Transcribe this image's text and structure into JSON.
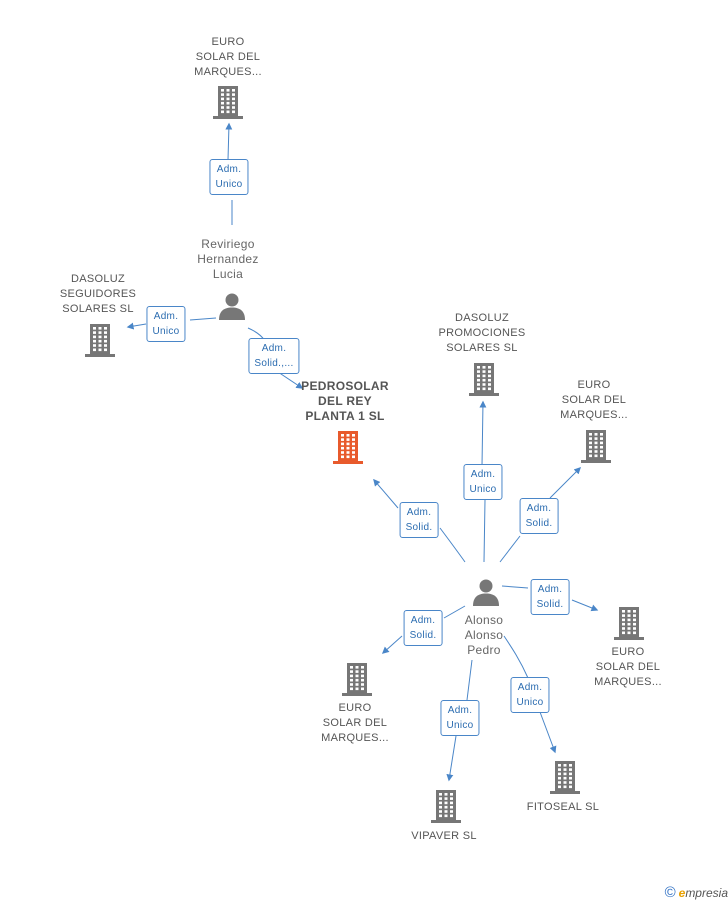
{
  "colors": {
    "company": "#767676",
    "main_company": "#e85a2c",
    "person": "#777777",
    "edge": "#4a86c8"
  },
  "nodes": [
    {
      "id": "euro1",
      "type": "company",
      "lines": [
        "EURO",
        "SOLAR DEL",
        "MARQUES..."
      ]
    },
    {
      "id": "reviriego",
      "type": "person",
      "lines": [
        "Reviriego",
        "Hernandez",
        "Lucia"
      ]
    },
    {
      "id": "dasoluz_seg",
      "type": "company",
      "lines": [
        "DASOLUZ",
        "SEGUIDORES",
        "SOLARES SL"
      ]
    },
    {
      "id": "pedrosolar",
      "type": "main",
      "lines": [
        "PEDROSOLAR",
        "DEL REY",
        "PLANTA 1 SL"
      ]
    },
    {
      "id": "dasoluz_prom",
      "type": "company",
      "lines": [
        "DASOLUZ",
        "PROMOCIONES",
        "SOLARES SL"
      ]
    },
    {
      "id": "euro2",
      "type": "company",
      "lines": [
        "EURO",
        "SOLAR DEL",
        "MARQUES..."
      ]
    },
    {
      "id": "alonso",
      "type": "person",
      "lines": [
        "Alonso",
        "Alonso",
        "Pedro"
      ]
    },
    {
      "id": "euro3",
      "type": "company",
      "lines": [
        "EURO",
        "SOLAR DEL",
        "MARQUES..."
      ]
    },
    {
      "id": "euro4",
      "type": "company",
      "lines": [
        "EURO",
        "SOLAR DEL",
        "MARQUES..."
      ]
    },
    {
      "id": "fitoseal",
      "type": "company",
      "lines": [
        "FITOSEAL SL"
      ]
    },
    {
      "id": "vipaver",
      "type": "company",
      "lines": [
        "VIPAVER SL"
      ]
    }
  ],
  "edges": [
    {
      "from": "reviriego",
      "to": "euro1",
      "label": [
        "Adm.",
        "Unico"
      ]
    },
    {
      "from": "reviriego",
      "to": "dasoluz_seg",
      "label": [
        "Adm.",
        "Unico"
      ]
    },
    {
      "from": "reviriego",
      "to": "pedrosolar",
      "label": [
        "Adm.",
        "Solid.,..."
      ]
    },
    {
      "from": "alonso",
      "to": "pedrosolar",
      "label": [
        "Adm.",
        "Solid."
      ]
    },
    {
      "from": "alonso",
      "to": "dasoluz_prom",
      "label": [
        "Adm.",
        "Unico"
      ]
    },
    {
      "from": "alonso",
      "to": "euro2",
      "label": [
        "Adm.",
        "Solid."
      ]
    },
    {
      "from": "alonso",
      "to": "euro3",
      "label": [
        "Adm.",
        "Solid."
      ]
    },
    {
      "from": "alonso",
      "to": "euro4",
      "label": [
        "Adm.",
        "Solid."
      ]
    },
    {
      "from": "alonso",
      "to": "fitoseal",
      "label": [
        "Adm.",
        "Unico"
      ]
    },
    {
      "from": "alonso",
      "to": "vipaver",
      "label": [
        "Adm.",
        "Unico"
      ]
    }
  ],
  "footer": {
    "copyright": "©",
    "brand_initial": "e",
    "brand_rest": "mpresia"
  }
}
